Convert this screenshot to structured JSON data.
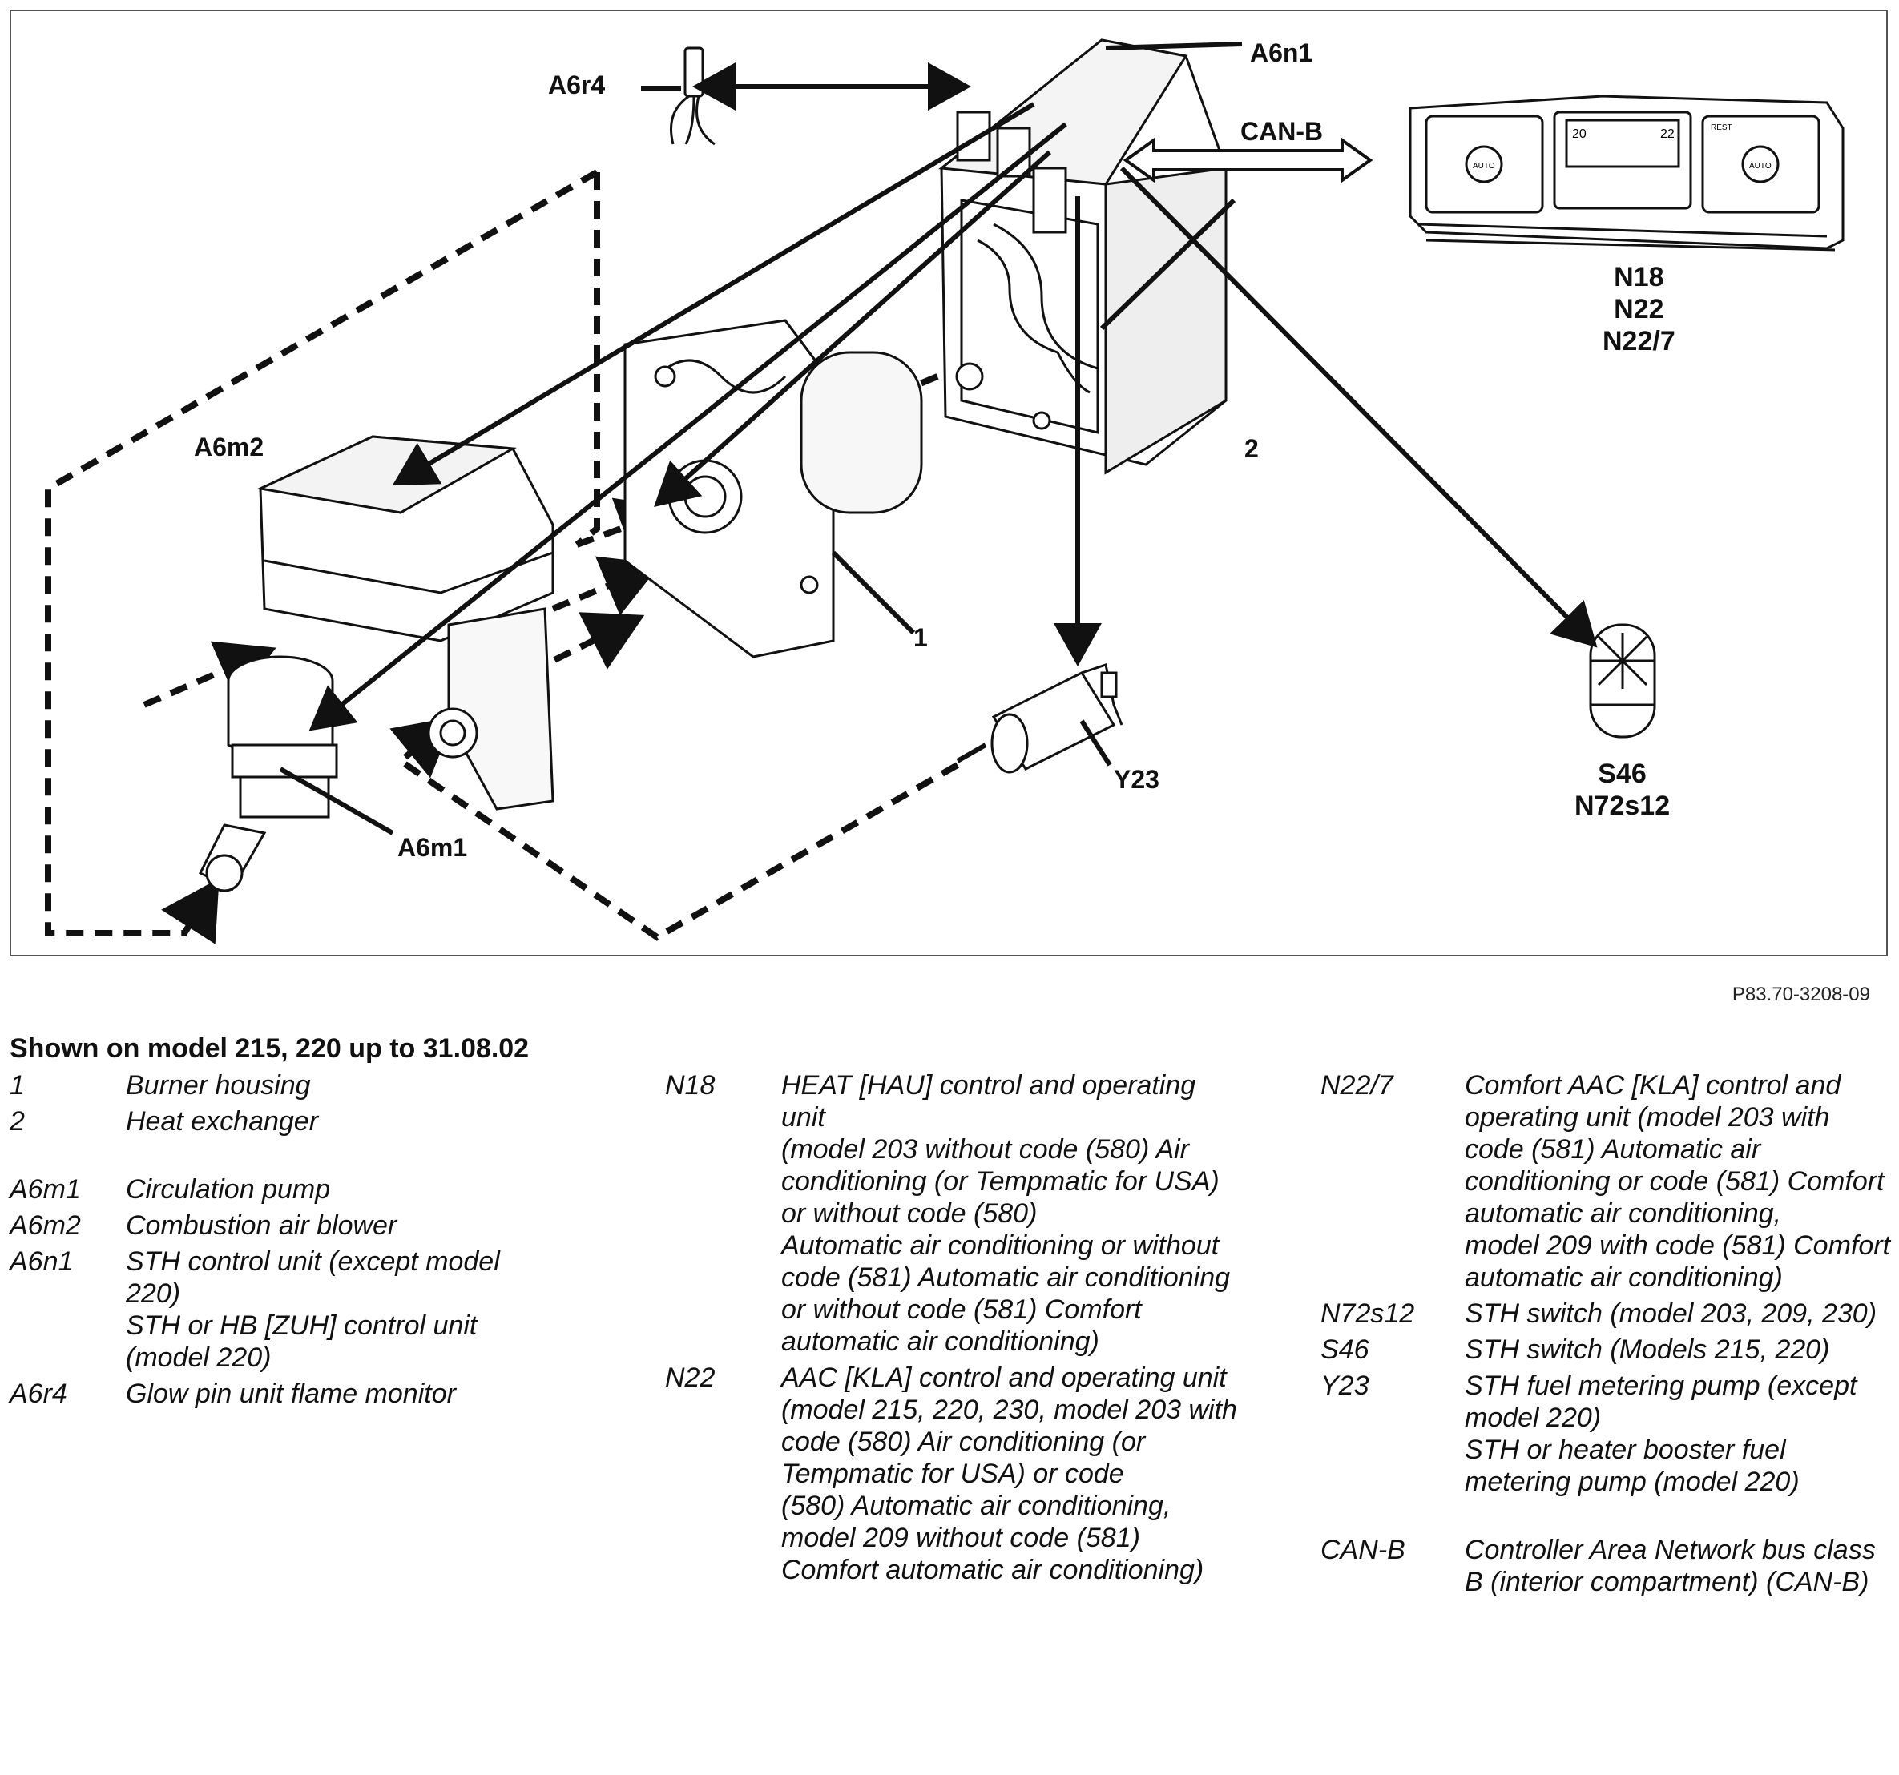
{
  "diagram": {
    "callouts": {
      "a6r4": "A6r4",
      "a6n1": "A6n1",
      "can_b": "CAN-B",
      "a6m2": "A6m2",
      "a6m1": "A6m1",
      "y23": "Y23",
      "one": "1",
      "two": "2",
      "n18_group": [
        "N18",
        "N22",
        "N22/7"
      ],
      "s46_group": [
        "S46",
        "N72s12"
      ]
    },
    "panel_display": {
      "left_temp": "20",
      "right_temp": "22",
      "auto_left": "AUTO",
      "auto_right": "AUTO",
      "rest": "REST"
    },
    "figure_code": "P83.70-3208-09"
  },
  "caption": {
    "title": "Shown on model 215, 220 up to 31.08.02",
    "col1": [
      {
        "code": "1",
        "lines": [
          "Burner housing"
        ]
      },
      {
        "code": "2",
        "lines": [
          "Heat exchanger"
        ],
        "gap_after": true
      },
      {
        "code": "A6m1",
        "lines": [
          "Circulation pump"
        ]
      },
      {
        "code": "A6m2",
        "lines": [
          "Combustion air blower"
        ]
      },
      {
        "code": "A6n1",
        "lines": [
          "STH control unit (except model 220)",
          "STH or HB [ZUH] control unit (model 220)"
        ]
      },
      {
        "code": "A6r4",
        "lines": [
          "Glow pin unit flame monitor"
        ]
      }
    ],
    "col2": [
      {
        "code": "N18",
        "lines": [
          "HEAT [HAU] control and operating unit",
          "(model 203 without code (580) Air conditioning (or Tempmatic for USA) or without code (580)",
          "Automatic air conditioning or without code (581) Automatic air conditioning or without code (581) Comfort automatic air conditioning)"
        ]
      },
      {
        "code": "N22",
        "lines": [
          "AAC [KLA] control and operating unit",
          "(model 215, 220, 230, model 203 with code (580) Air conditioning (or Tempmatic for USA) or code",
          "(580) Automatic air conditioning, model 209 without code (581) Comfort automatic air conditioning)"
        ]
      }
    ],
    "col3": [
      {
        "code": "N22/7",
        "lines": [
          "Comfort AAC [KLA] control and operating unit (model 203 with code (581) Automatic air conditioning or code (581) Comfort automatic air conditioning,",
          "model 209 with code (581) Comfort automatic air conditioning)"
        ]
      },
      {
        "code": "N72s12",
        "lines": [
          "STH switch (model 203, 209, 230)"
        ]
      },
      {
        "code": "S46",
        "lines": [
          "STH switch (Models 215, 220)"
        ]
      },
      {
        "code": "Y23",
        "lines": [
          "STH fuel metering pump (except model 220)",
          "STH or heater booster fuel metering pump (model 220)"
        ],
        "gap_after": true
      },
      {
        "code": "CAN-B",
        "lines": [
          "Controller Area Network bus class B (interior compartment) (CAN-B)"
        ]
      }
    ]
  }
}
